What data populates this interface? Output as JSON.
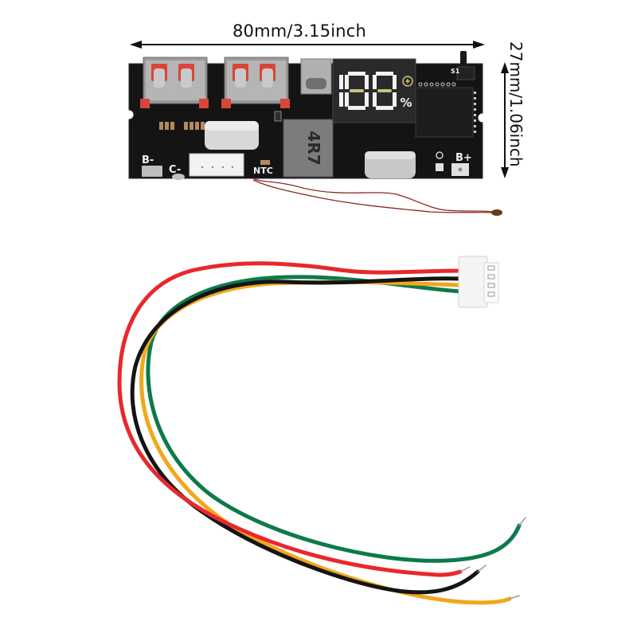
{
  "dimensions": {
    "width_label": "80mm/3.15inch",
    "height_label": "27mm/1.06inch"
  },
  "pcb": {
    "silkscreen": {
      "b_minus": "B-",
      "c_minus": "C-",
      "b_plus": "B+",
      "ntc": "NTC",
      "switch": "S1",
      "inductor": "4R7"
    },
    "display": {
      "digits": "188",
      "unit": "%",
      "icon": "charging-bolt-icon"
    },
    "usb_ports": [
      "usb-a-1",
      "usb-a-2"
    ],
    "usb_c": "usb-c-port"
  },
  "cable": {
    "connector": "4-pin JST-XH",
    "wires": [
      {
        "color_name": "red",
        "hex": "#e8282c"
      },
      {
        "color_name": "black",
        "hex": "#141414"
      },
      {
        "color_name": "yellow",
        "hex": "#f0a81c"
      },
      {
        "color_name": "green",
        "hex": "#0d7a4a"
      }
    ]
  },
  "colors": {
    "pcb": "#141414",
    "pad_red": "#d9453a",
    "display_bg": "#2a2a2a",
    "segment_white": "#f2f2f2",
    "segment_amber": "#c9c07a"
  }
}
